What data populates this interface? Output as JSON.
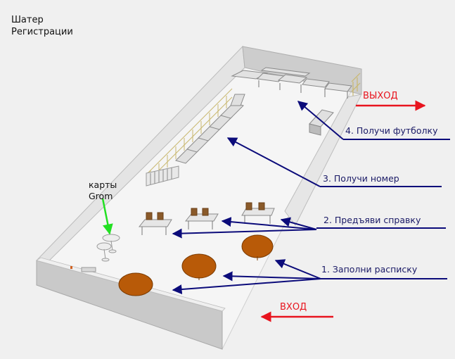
{
  "title_lines": [
    "Шатер",
    "Регистрации"
  ],
  "cards_label": [
    "карты",
    "Grom"
  ],
  "exit_label": "ВЫХОД",
  "entrance_label": "ВХОД",
  "steps": [
    {
      "label": "1. Заполни расписку"
    },
    {
      "label": "2. Предъяви справку"
    },
    {
      "label": "3. Получи номер"
    },
    {
      "label": "4. Получи футболку"
    }
  ],
  "colors": {
    "arrow_blue": "#0b0b7a",
    "arrow_red": "#e8141e",
    "arrow_green": "#22e022",
    "wall": "#dcdcdc",
    "floor": "#f2f2f2",
    "round_table": "#b85a08",
    "chair": "#8a5a2a",
    "fence": "#f2e6a0"
  }
}
